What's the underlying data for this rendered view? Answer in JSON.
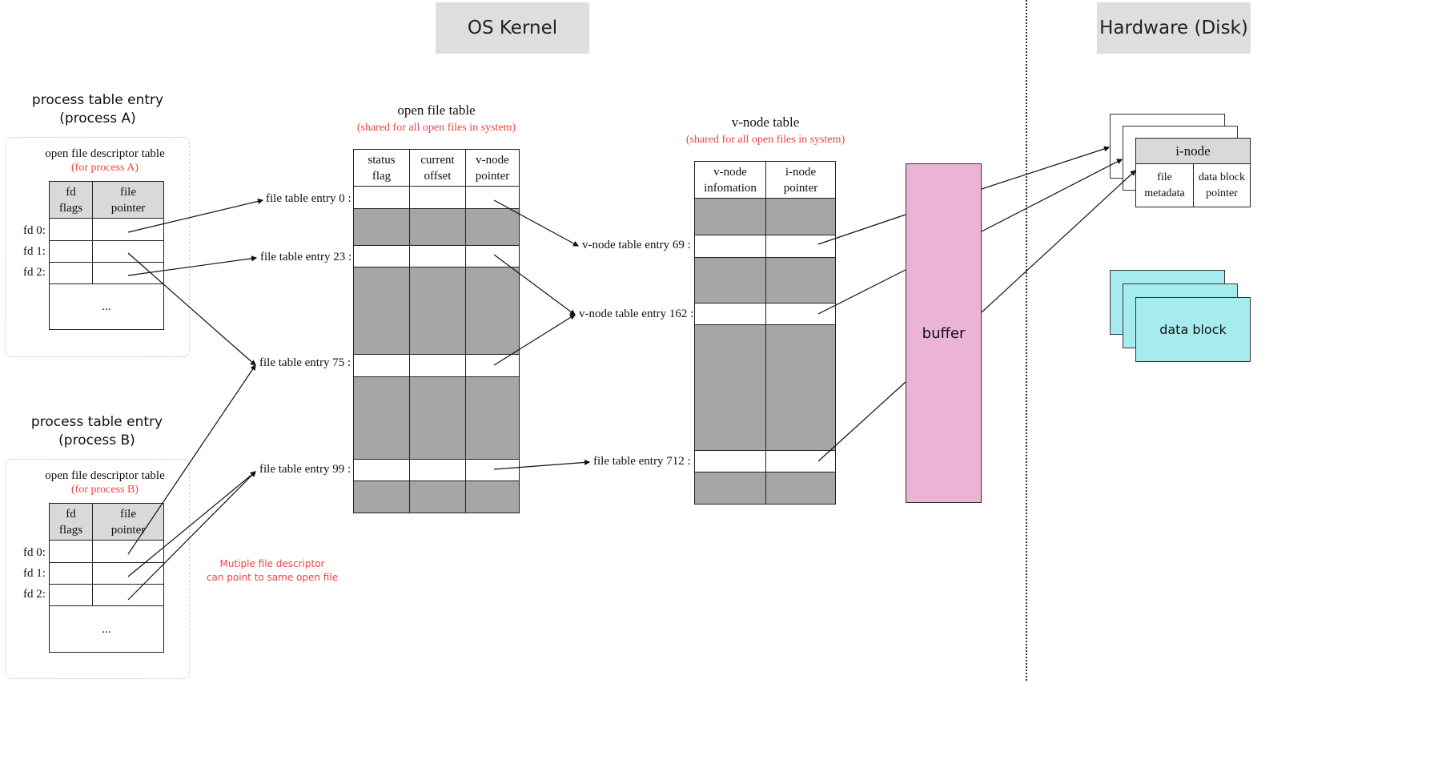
{
  "headers": {
    "kernel": "OS Kernel",
    "hardware": "Hardware (Disk)"
  },
  "procA": {
    "title": [
      "process table entry",
      "(process A)"
    ],
    "table_title": "open file descriptor table",
    "table_sub": "(for process A)",
    "col_fd": [
      "fd",
      "flags"
    ],
    "col_ptr": [
      "file",
      "pointer"
    ],
    "rows": [
      "fd 0:",
      "fd 1:",
      "fd 2:"
    ],
    "ellipsis": "..."
  },
  "procB": {
    "title": [
      "process table entry",
      "(process B)"
    ],
    "table_title": "open file descriptor table",
    "table_sub": "(for process B)",
    "col_fd": [
      "fd",
      "flags"
    ],
    "col_ptr": [
      "file",
      "pointer"
    ],
    "rows": [
      "fd 0:",
      "fd 1:",
      "fd 2:"
    ],
    "ellipsis": "..."
  },
  "oft": {
    "title": "open file table",
    "sub": "(shared for all open files in system)",
    "cols": [
      [
        "status",
        "flag"
      ],
      [
        "current",
        "offset"
      ],
      [
        "v-node",
        "pointer"
      ]
    ],
    "entries": [
      "file table entry 0 :",
      "file table entry 23 :",
      "file table entry 75 :",
      "file table entry 99 :"
    ]
  },
  "vnode": {
    "title": "v-node table",
    "sub": "(shared for all open files in system)",
    "cols": [
      [
        "v-node",
        "infomation"
      ],
      [
        "i-node",
        "pointer"
      ]
    ],
    "entries": [
      "v-node table entry 69 :",
      "v-node table entry 162 :",
      "file table entry 712 :"
    ]
  },
  "note": [
    "Mutiple file descriptor",
    "can point to same open file"
  ],
  "buffer": {
    "label": "buffer",
    "color": "#ebb3d6"
  },
  "inode": {
    "title": "i-node",
    "col1": [
      "file",
      "metadata"
    ],
    "col2": [
      "data block",
      "pointer"
    ]
  },
  "datablock": {
    "label": "data block",
    "color": "#a6ecee"
  }
}
